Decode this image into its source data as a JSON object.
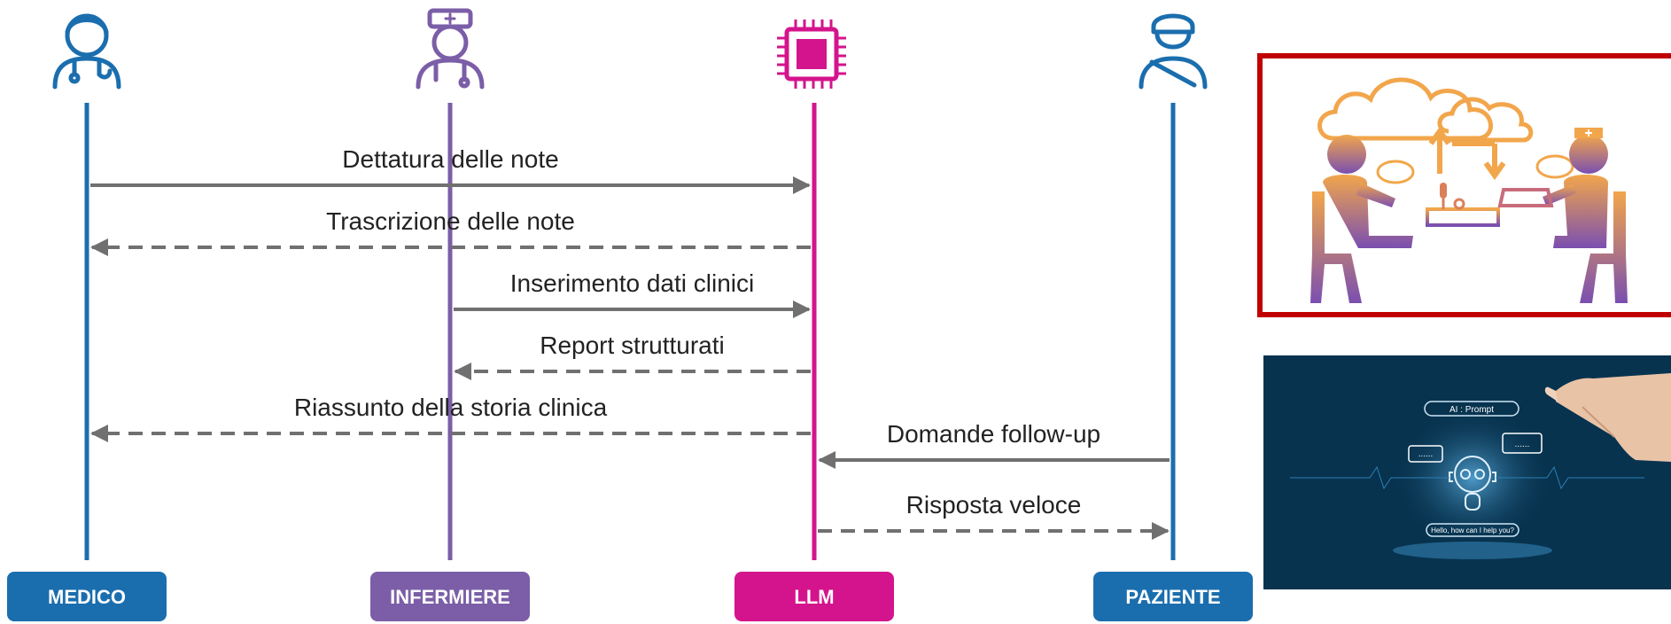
{
  "actors": [
    {
      "key": "medico",
      "label": "MEDICO",
      "color": "#1b6eae",
      "icon": "doctor-icon"
    },
    {
      "key": "infermiere",
      "label": "INFERMIERE",
      "color": "#7b5ea7",
      "icon": "nurse-icon"
    },
    {
      "key": "llm",
      "label": "LLM",
      "color": "#d4148c",
      "icon": "chip-icon"
    },
    {
      "key": "paziente",
      "label": "PAZIENTE",
      "color": "#1b6eae",
      "icon": "patient-icon"
    }
  ],
  "messages": [
    {
      "label": "Dettatura delle note",
      "from": "medico",
      "to": "llm",
      "style": "solid"
    },
    {
      "label": "Trascrizione delle note",
      "from": "llm",
      "to": "medico",
      "style": "dashed"
    },
    {
      "label": "Inserimento dati clinici",
      "from": "infermiere",
      "to": "llm",
      "style": "solid"
    },
    {
      "label": "Report strutturati",
      "from": "llm",
      "to": "infermiere",
      "style": "dashed"
    },
    {
      "label": "Riassunto della storia clinica",
      "from": "llm",
      "to": "medico",
      "style": "dashed"
    },
    {
      "label": "Domande follow-up",
      "from": "paziente",
      "to": "llm",
      "style": "solid"
    },
    {
      "label": "Risposta veloce",
      "from": "llm",
      "to": "paziente",
      "style": "dashed"
    }
  ],
  "colors": {
    "arrow": "#707070",
    "frame_red": "#c00000",
    "panel_dark": "#07334f"
  },
  "illustrations": {
    "consultation": {
      "icon": "doctor-patient-consultation-illustration"
    },
    "ai_prompt": {
      "icon": "ai-chatbot-prompt-illustration",
      "prompt_label": "AI : Prompt",
      "bubble_left": "......",
      "bubble_right": "......",
      "footer_text": "Hello, how can I help you?"
    }
  }
}
